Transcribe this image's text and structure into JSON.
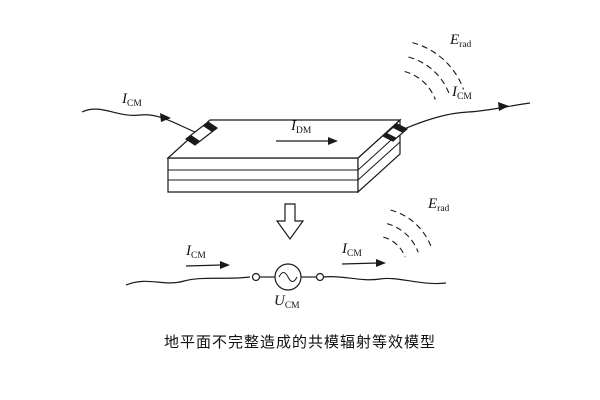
{
  "labels": {
    "i_cm": {
      "main": "I",
      "sub": "CM"
    },
    "i_dm": {
      "main": "I",
      "sub": "DM"
    },
    "e_rad": {
      "main": "E",
      "sub": "rad"
    },
    "u_cm": {
      "main": "U",
      "sub": "CM"
    }
  },
  "caption": "地平面不完整造成的共模辐射等效模型",
  "colors": {
    "ink": "#1a1a1a",
    "background": "#ffffff"
  }
}
